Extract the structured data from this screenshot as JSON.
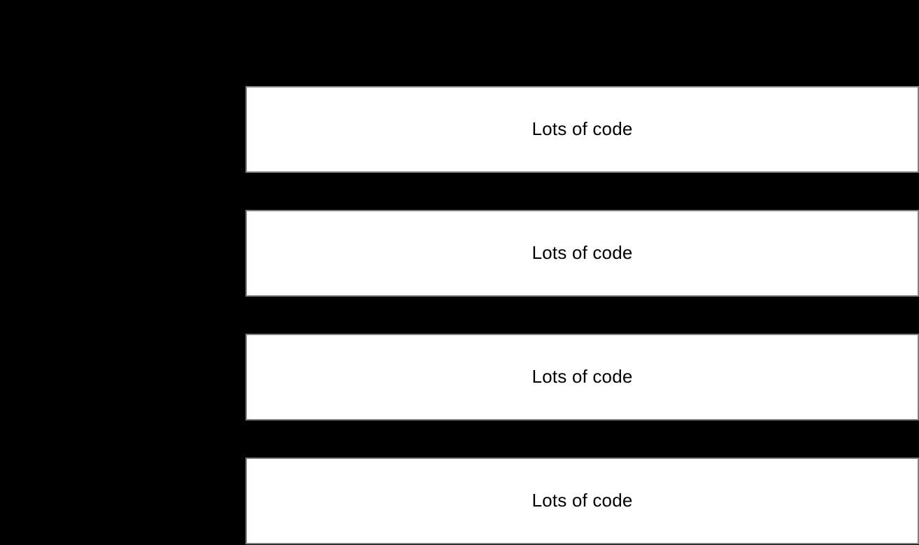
{
  "page": {
    "background_color": "#000000"
  },
  "blocks": {
    "count": 4,
    "box_background_color": "#ffffff",
    "box_border_color": "#808080",
    "text_color": "#000000",
    "items": [
      {
        "label": "Lots of code"
      },
      {
        "label": "Lots of code"
      },
      {
        "label": "Lots of code"
      },
      {
        "label": "Lots of code"
      }
    ]
  }
}
